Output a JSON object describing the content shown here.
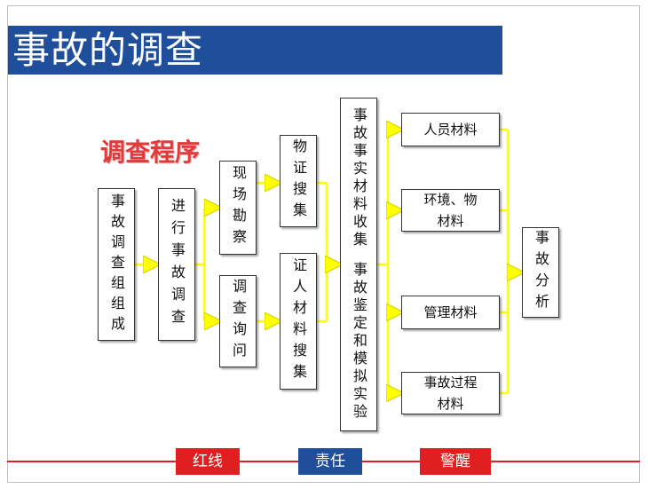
{
  "title": "事故的调查",
  "subtitle": "调查程序",
  "nodes": {
    "composition": "事故调查组组成",
    "conduct": "进行事故调查",
    "site_survey": "现场勘察",
    "inquiry": "调查询问",
    "physical_evidence": "物证搜集",
    "witness_material": "证人材料搜集",
    "facts_collection": "事故事实材料收集",
    "identification": "事故鉴定和模拟实验",
    "personnel": "人员材料",
    "environment": "环境、物\n材料",
    "management": "管理材料",
    "process": "事故过程\n材料",
    "analysis": "事故分析"
  },
  "footer": {
    "tag1": "红线",
    "tag2": "责任",
    "tag3": "警醒"
  },
  "colors": {
    "title_bg": "#1f4e9a",
    "subtitle": "#e03a3a",
    "connector": "#ffff00",
    "red_tag": "#e02020",
    "blue_tag": "#1f4e9a",
    "footer_line": "#e02020"
  }
}
